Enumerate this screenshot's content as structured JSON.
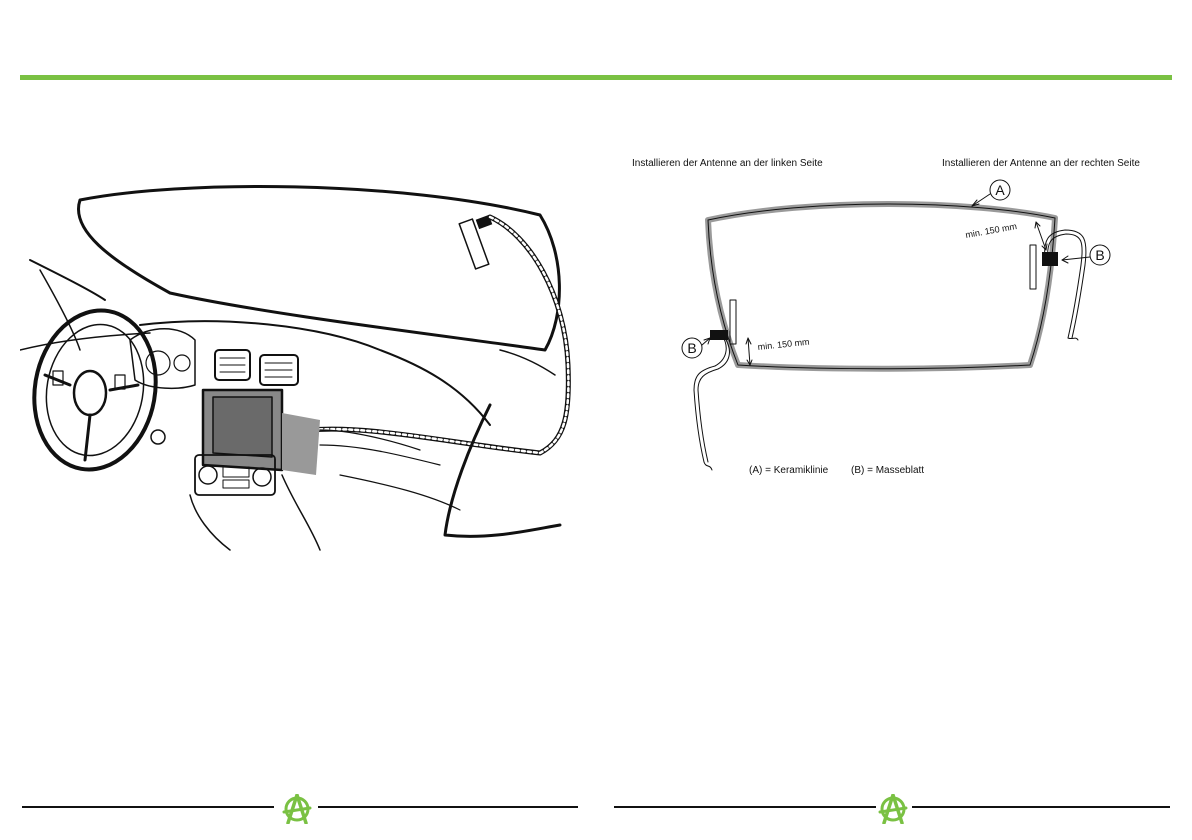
{
  "colors": {
    "accent": "#7ac143",
    "ink": "#111111",
    "ceramic_line": "#9a9a9a",
    "screen": "#6a6a6a"
  },
  "diagram": {
    "left_label": "Installieren der Antenne an der linken Seite",
    "right_label": "Installieren der Antenne an der rechten Seite",
    "marker_a": "A",
    "marker_b": "B",
    "dimension_right": "min. 150 mm",
    "dimension_left": "min. 150 mm",
    "legend_a": "(A) = Keramiklinie",
    "legend_b": "(B) = Masseblatt"
  },
  "footer": {
    "logo_icon": "anarchy-a-logo-icon"
  }
}
